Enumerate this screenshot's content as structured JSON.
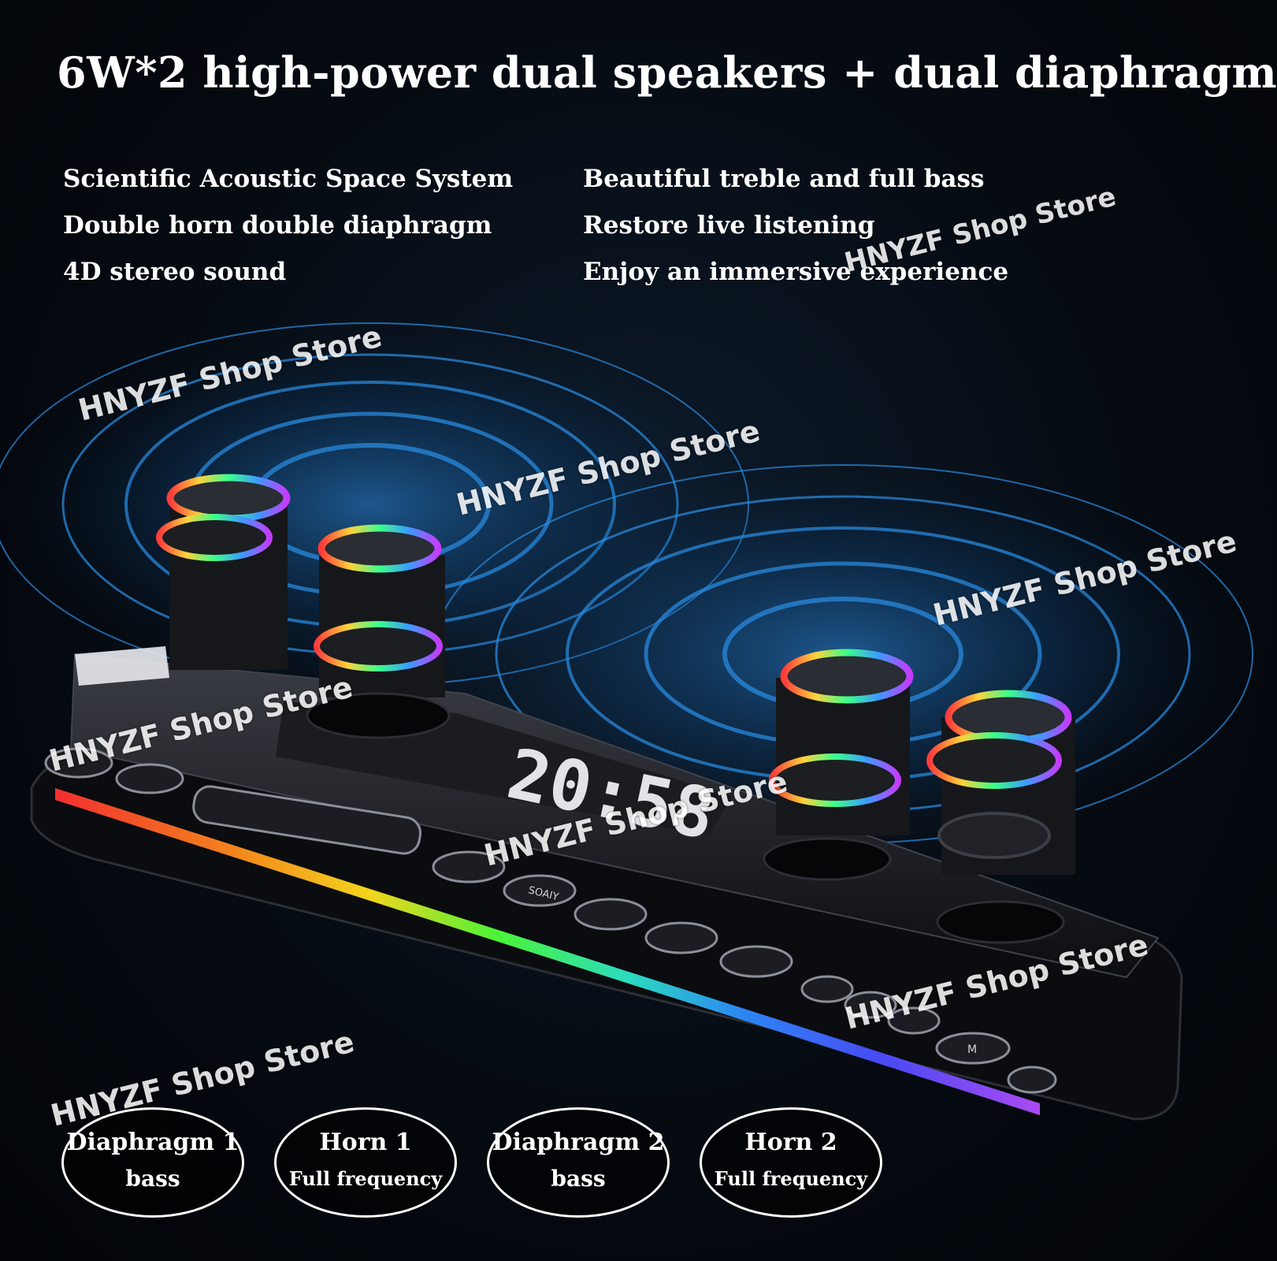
{
  "heading": "6W*2 high-power dual speakers + dual diaphragm",
  "features": {
    "left": [
      "Scientific Acoustic Space System",
      "Double horn double diaphragm",
      "4D stereo sound"
    ],
    "right": [
      "Beautiful treble and full bass",
      "Restore live listening",
      "Enjoy an immersive experience"
    ]
  },
  "watermark": "HNYZF Shop Store",
  "components": [
    {
      "name": "Diaphragm 1",
      "role": "bass"
    },
    {
      "name": "Horn 1",
      "role": "Full frequency"
    },
    {
      "name": "Diaphragm 2",
      "role": "bass"
    },
    {
      "name": "Horn 2",
      "role": "Full frequency"
    }
  ],
  "clock_display": "20:58",
  "key_labels": [
    "SOAIY",
    "M"
  ],
  "colors": {
    "wave": "#1f7fd6",
    "glow": "#38b6ff",
    "bar": "#121316"
  }
}
